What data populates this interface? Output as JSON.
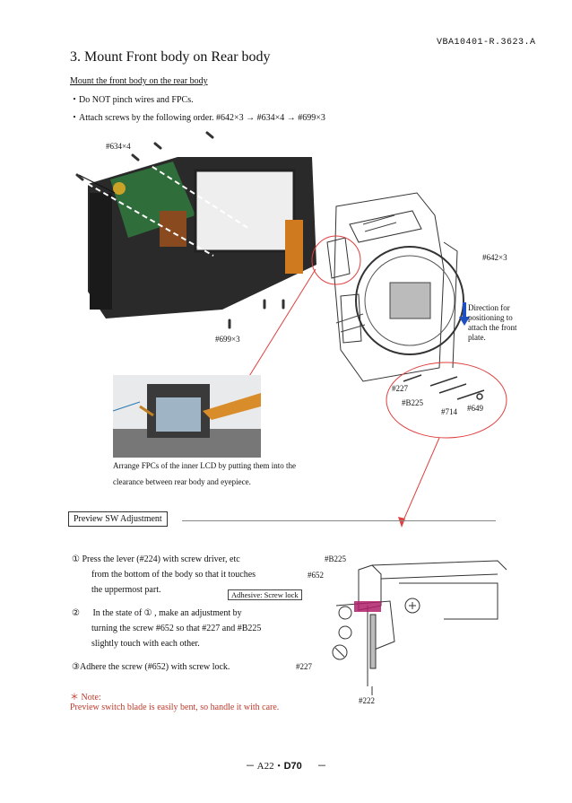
{
  "doc_id": "VBA10401-R.3623.A",
  "section_title": "3. Mount Front body on Rear body",
  "subtitle": "Mount the front body on the rear body",
  "bullets": [
    "・Do NOT pinch wires and FPCs.",
    "・Attach screws by the following order.   #642×3 → #634×4 → #699×3"
  ],
  "labels": {
    "screws_634": "#634×4",
    "screws_699": "#699×3",
    "screws_642": "#642×3",
    "direction": "Direction for positioning to attach the front plate.",
    "part_227": "#227",
    "part_b225": "#B225",
    "part_714": "#714",
    "part_649": "#649",
    "fpc_line1": "Arrange FPCs of the inner LCD by putting them into the",
    "fpc_line2": "clearance between rear body and eyepiece."
  },
  "preview_heading": "Preview SW Adjustment",
  "steps": [
    {
      "num": "①",
      "lines": [
        "Press the lever (#224) with screw driver, etc",
        "from the bottom of the body so that it touches",
        "the uppermost part."
      ]
    },
    {
      "num": "②",
      "lines": [
        "In the state of ① , make an adjustment by",
        "turning the screw #652 so that #227 and #B225",
        "slightly touch with each other."
      ]
    },
    {
      "num": "③",
      "lines": [
        "Adhere the screw (#652) with screw lock."
      ]
    }
  ],
  "diagram_labels": {
    "b225": "#B225",
    "p652": "#652",
    "adhesive": "Adhesive: Screw lock",
    "p227": "#227",
    "p222": "#222"
  },
  "note_title": "＊ Note:",
  "note_body": "Preview switch blade is easily bent, so handle it with care.",
  "footer_prefix": "－ A22・",
  "footer_logo": "D70",
  "footer_suffix": "－",
  "colors": {
    "note": "#c0392b",
    "callout": "#e04040",
    "arrow_blue": "#2050c0",
    "adhesive": "#b0206a"
  }
}
